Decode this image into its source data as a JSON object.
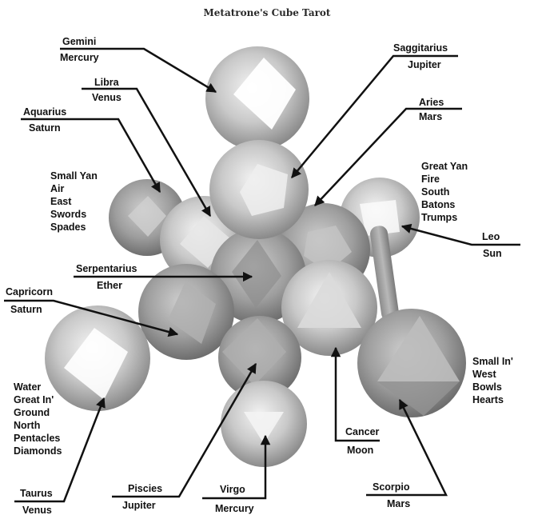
{
  "title": "Metatrone's Cube Tarot",
  "callouts": [
    {
      "id": "gemini",
      "sign": "Gemini",
      "planet": "Mercury"
    },
    {
      "id": "libra",
      "sign": "Libra",
      "planet": "Venus"
    },
    {
      "id": "aquarius",
      "sign": "Aquarius",
      "planet": "Saturn"
    },
    {
      "id": "serpentarius",
      "sign": "Serpentarius",
      "planet": "Ether"
    },
    {
      "id": "capricorn",
      "sign": "Capricorn",
      "planet": "Saturn"
    },
    {
      "id": "taurus",
      "sign": "Taurus",
      "planet": "Venus"
    },
    {
      "id": "piscies",
      "sign": "Piscies",
      "planet": "Jupiter"
    },
    {
      "id": "virgo",
      "sign": "Virgo",
      "planet": "Mercury"
    },
    {
      "id": "cancer",
      "sign": "Cancer",
      "planet": "Moon"
    },
    {
      "id": "scorpio",
      "sign": "Scorpio",
      "planet": "Mars"
    },
    {
      "id": "leo",
      "sign": "Leo",
      "planet": "Sun"
    },
    {
      "id": "aries",
      "sign": "Aries",
      "planet": "Mars"
    },
    {
      "id": "saggitarius",
      "sign": "Saggitarius",
      "planet": "Jupiter"
    }
  ],
  "groups": {
    "small_yan": [
      "Small Yan",
      "Air",
      "East",
      "Swords",
      "Spades"
    ],
    "great_yan": [
      "Great Yan",
      "Fire",
      "South",
      "Batons",
      "Trumps"
    ],
    "great_in": [
      "Water",
      "Great In'",
      "Ground",
      "North",
      "Pentacles",
      "Diamonds"
    ],
    "small_in": [
      "Small In'",
      "West",
      "Bowls",
      "Hearts"
    ]
  }
}
